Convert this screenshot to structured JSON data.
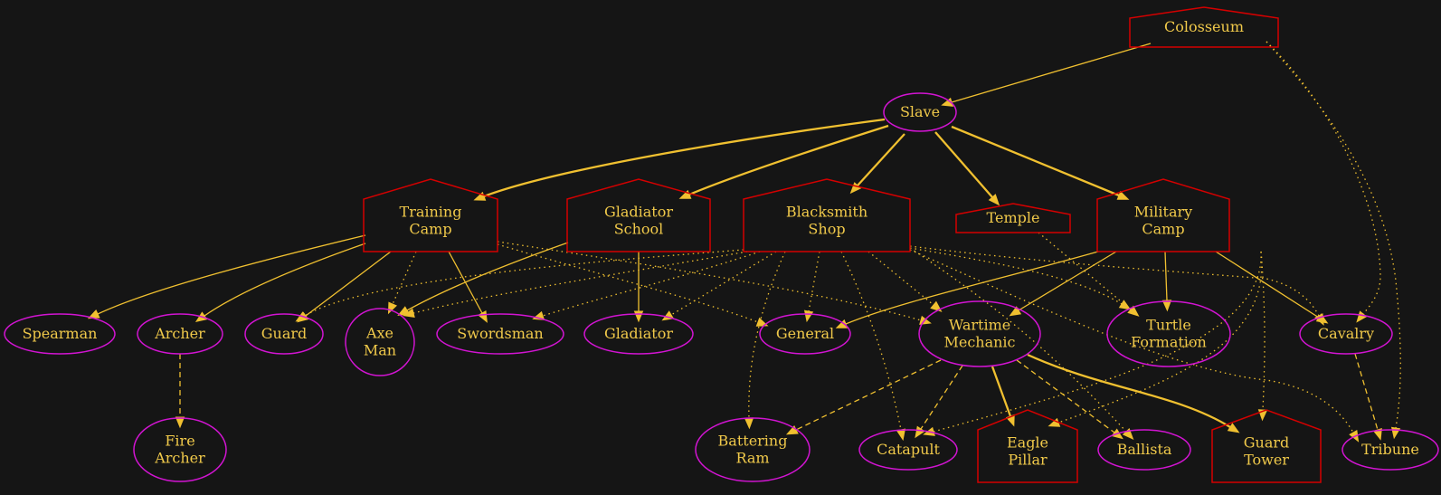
{
  "nodes": [
    {
      "id": "colosseum",
      "kind": "building",
      "lines": [
        "Colosseum"
      ]
    },
    {
      "id": "slave",
      "kind": "unit",
      "lines": [
        "Slave"
      ]
    },
    {
      "id": "training_camp",
      "kind": "building",
      "lines": [
        "Training",
        "Camp"
      ]
    },
    {
      "id": "gladiator_school",
      "kind": "building",
      "lines": [
        "Gladiator",
        "School"
      ]
    },
    {
      "id": "blacksmith_shop",
      "kind": "building",
      "lines": [
        "Blacksmith",
        "Shop"
      ]
    },
    {
      "id": "temple",
      "kind": "building",
      "lines": [
        "Temple"
      ]
    },
    {
      "id": "military_camp",
      "kind": "building",
      "lines": [
        "Military",
        "Camp"
      ]
    },
    {
      "id": "spearman",
      "kind": "unit",
      "lines": [
        "Spearman"
      ]
    },
    {
      "id": "archer",
      "kind": "unit",
      "lines": [
        "Archer"
      ]
    },
    {
      "id": "guard",
      "kind": "unit",
      "lines": [
        "Guard"
      ]
    },
    {
      "id": "axe_man",
      "kind": "unit",
      "lines": [
        "Axe",
        "Man"
      ]
    },
    {
      "id": "swordsman",
      "kind": "unit",
      "lines": [
        "Swordsman"
      ]
    },
    {
      "id": "gladiator",
      "kind": "unit",
      "lines": [
        "Gladiator"
      ]
    },
    {
      "id": "general",
      "kind": "unit",
      "lines": [
        "General"
      ]
    },
    {
      "id": "wartime_mechanic",
      "kind": "unit",
      "lines": [
        "Wartime",
        "Mechanic"
      ]
    },
    {
      "id": "turtle_formation",
      "kind": "unit",
      "lines": [
        "Turtle",
        "Formation"
      ]
    },
    {
      "id": "cavalry",
      "kind": "unit",
      "lines": [
        "Cavalry"
      ]
    },
    {
      "id": "fire_archer",
      "kind": "unit",
      "lines": [
        "Fire",
        "Archer"
      ]
    },
    {
      "id": "battering_ram",
      "kind": "unit",
      "lines": [
        "Battering",
        "Ram"
      ]
    },
    {
      "id": "catapult",
      "kind": "unit",
      "lines": [
        "Catapult"
      ]
    },
    {
      "id": "eagle_pillar",
      "kind": "building",
      "lines": [
        "Eagle",
        "Pillar"
      ]
    },
    {
      "id": "ballista",
      "kind": "unit",
      "lines": [
        "Ballista"
      ]
    },
    {
      "id": "guard_tower",
      "kind": "building",
      "lines": [
        "Guard",
        "Tower"
      ]
    },
    {
      "id": "tribune",
      "kind": "unit",
      "lines": [
        "Tribune"
      ]
    }
  ],
  "edges": [
    {
      "from": "colosseum",
      "to": "slave",
      "style": "solid"
    },
    {
      "from": "colosseum",
      "to": "cavalry",
      "style": "dotted"
    },
    {
      "from": "colosseum",
      "to": "tribune",
      "style": "dotted"
    },
    {
      "from": "slave",
      "to": "training_camp",
      "style": "bold"
    },
    {
      "from": "slave",
      "to": "gladiator_school",
      "style": "bold"
    },
    {
      "from": "slave",
      "to": "blacksmith_shop",
      "style": "bold"
    },
    {
      "from": "slave",
      "to": "temple",
      "style": "bold"
    },
    {
      "from": "slave",
      "to": "military_camp",
      "style": "bold"
    },
    {
      "from": "training_camp",
      "to": "spearman",
      "style": "solid"
    },
    {
      "from": "training_camp",
      "to": "archer",
      "style": "solid"
    },
    {
      "from": "training_camp",
      "to": "guard",
      "style": "solid"
    },
    {
      "from": "training_camp",
      "to": "axe_man",
      "style": "dotted"
    },
    {
      "from": "training_camp",
      "to": "swordsman",
      "style": "solid"
    },
    {
      "from": "training_camp",
      "to": "general",
      "style": "dotted"
    },
    {
      "from": "training_camp",
      "to": "wartime_mechanic",
      "style": "dotted"
    },
    {
      "from": "gladiator_school",
      "to": "axe_man",
      "style": "solid"
    },
    {
      "from": "gladiator_school",
      "to": "gladiator",
      "style": "solid"
    },
    {
      "from": "blacksmith_shop",
      "to": "guard",
      "style": "dotted"
    },
    {
      "from": "blacksmith_shop",
      "to": "axe_man",
      "style": "dotted"
    },
    {
      "from": "blacksmith_shop",
      "to": "swordsman",
      "style": "dotted"
    },
    {
      "from": "blacksmith_shop",
      "to": "gladiator",
      "style": "dotted"
    },
    {
      "from": "blacksmith_shop",
      "to": "general",
      "style": "dotted"
    },
    {
      "from": "blacksmith_shop",
      "to": "wartime_mechanic",
      "style": "dotted"
    },
    {
      "from": "blacksmith_shop",
      "to": "battering_ram",
      "style": "dotted"
    },
    {
      "from": "blacksmith_shop",
      "to": "catapult",
      "style": "dotted"
    },
    {
      "from": "blacksmith_shop",
      "to": "turtle_formation",
      "style": "dotted"
    },
    {
      "from": "blacksmith_shop",
      "to": "cavalry",
      "style": "dotted"
    },
    {
      "from": "blacksmith_shop",
      "to": "ballista",
      "style": "dotted"
    },
    {
      "from": "blacksmith_shop",
      "to": "tribune",
      "style": "dotted"
    },
    {
      "from": "temple",
      "to": "turtle_formation",
      "style": "dotted"
    },
    {
      "from": "military_camp",
      "to": "general",
      "style": "solid"
    },
    {
      "from": "military_camp",
      "to": "wartime_mechanic",
      "style": "solid"
    },
    {
      "from": "military_camp",
      "to": "turtle_formation",
      "style": "solid"
    },
    {
      "from": "military_camp",
      "to": "cavalry",
      "style": "solid"
    },
    {
      "from": "military_camp",
      "to": "guard_tower",
      "style": "dotted"
    },
    {
      "from": "military_camp",
      "to": "catapult",
      "style": "dotted"
    },
    {
      "from": "military_camp",
      "to": "eagle_pillar",
      "style": "dotted"
    },
    {
      "from": "archer",
      "to": "fire_archer",
      "style": "dashed"
    },
    {
      "from": "wartime_mechanic",
      "to": "battering_ram",
      "style": "dashed"
    },
    {
      "from": "wartime_mechanic",
      "to": "catapult",
      "style": "dashed"
    },
    {
      "from": "wartime_mechanic",
      "to": "eagle_pillar",
      "style": "bold"
    },
    {
      "from": "wartime_mechanic",
      "to": "ballista",
      "style": "dashed"
    },
    {
      "from": "wartime_mechanic",
      "to": "guard_tower",
      "style": "bold"
    },
    {
      "from": "cavalry",
      "to": "tribune",
      "style": "dashed"
    }
  ],
  "colors": {
    "background": "#151515",
    "building_outline": "#d40000",
    "unit_outline": "#d214d2",
    "edge": "#f0c030",
    "label": "#f0c94a"
  }
}
